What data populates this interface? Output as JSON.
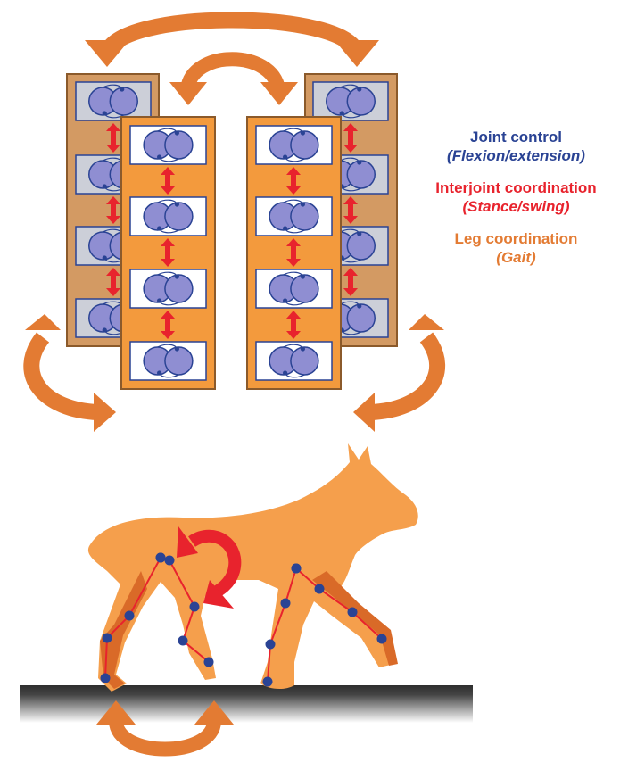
{
  "colors": {
    "joint_control": "#2a4394",
    "interjoint": "#e8232d",
    "leg": "#e37b33",
    "panel_back": "#d39a63",
    "panel_front": "#f39a3d",
    "panel_border": "#8b5a2b",
    "module_back_bg": "#cccfd8",
    "module_front_bg": "#ffffff",
    "neuron": "#8f8ed2",
    "dog": "#f59f4c",
    "leg_dark": "#d96a28",
    "ground": "#333333"
  },
  "legend": {
    "joint_control": {
      "title": "Joint control",
      "subtitle": "(Flexion/extension)"
    },
    "interjoint": {
      "title": "Interjoint coordination",
      "subtitle": "(Stance/swing)"
    },
    "leg": {
      "title": "Leg coordination",
      "subtitle": "(Gait)"
    }
  },
  "columns": [
    {
      "name": "left-back",
      "layer": "back",
      "modules": 4
    },
    {
      "name": "right-back",
      "layer": "back",
      "modules": 4
    },
    {
      "name": "left-front",
      "layer": "front",
      "modules": 4
    },
    {
      "name": "right-front",
      "layer": "front",
      "modules": 4
    }
  ],
  "icons": {
    "cycle_arrow": "curved-rotation-arrow",
    "double_arrow": "vertical-double-arrow",
    "half_center": "paired-neuron-circles"
  }
}
